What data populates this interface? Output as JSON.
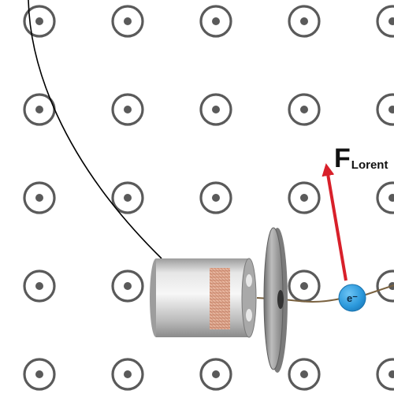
{
  "colors": {
    "background": "#ffffff",
    "field_symbol": "#5a5a5a",
    "force_arrow": "#d8202a",
    "electron": "#2f9fe0",
    "cathode_body": "#c8c8c8",
    "cathode_coil": "#e3a58a",
    "anode_disc": "#9a9a9a",
    "trajectory": "#000000",
    "beam": "#7a6240"
  },
  "icons": {
    "field_symbol": "field-out-of-page-icon",
    "electron": "electron-particle-icon",
    "cathode": "electron-gun-cathode-icon",
    "anode": "anode-disc-icon"
  },
  "labels": {
    "force_symbol": "F",
    "force_subscript": "Lorent",
    "electron_symbol": "e⁻"
  }
}
